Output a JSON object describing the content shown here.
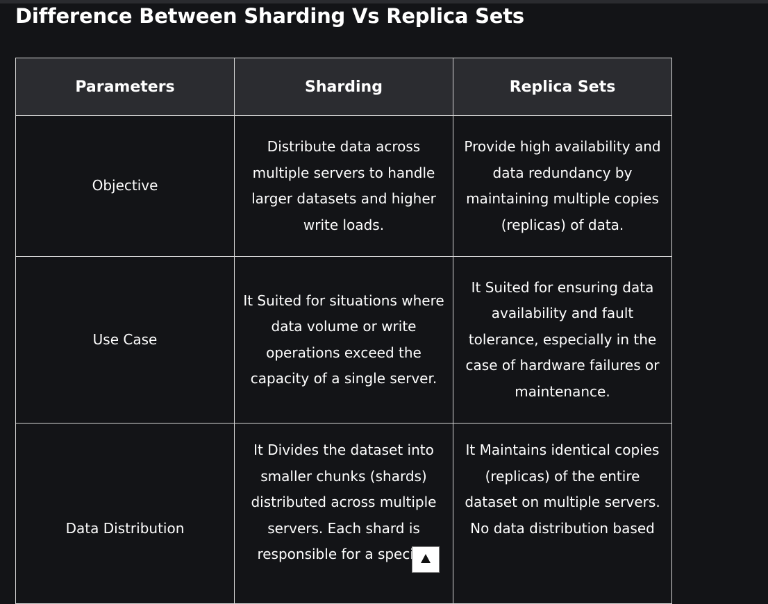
{
  "page": {
    "title": "Difference Between Sharding Vs Replica Sets"
  },
  "table": {
    "headers": [
      "Parameters",
      "Sharding",
      "Replica Sets"
    ],
    "rows": [
      {
        "parameter": "Objective",
        "sharding": "Distribute data across multiple servers to handle larger datasets and higher write loads.",
        "replica_sets": "Provide high availability and data redundancy by maintaining multiple copies (replicas) of data."
      },
      {
        "parameter": "Use Case",
        "sharding": "It Suited for situations where data volume or write operations exceed the capacity of a single server.",
        "replica_sets": "It Suited for ensuring data availability and fault tolerance, especially in the case of hardware failures or maintenance."
      },
      {
        "parameter": "Data Distribution",
        "sharding": "It Divides the dataset into smaller chunks (shards) distributed across multiple servers. Each shard is responsible for a specific",
        "replica_sets": "It Maintains identical copies (replicas) of the entire dataset on multiple servers. No data distribution based"
      }
    ]
  },
  "scroll_top": {
    "icon": "arrow-up-icon"
  },
  "colors": {
    "background": "#131417",
    "header_background": "#2b2c30",
    "border": "#d9d9d9",
    "text": "#ffffff"
  }
}
